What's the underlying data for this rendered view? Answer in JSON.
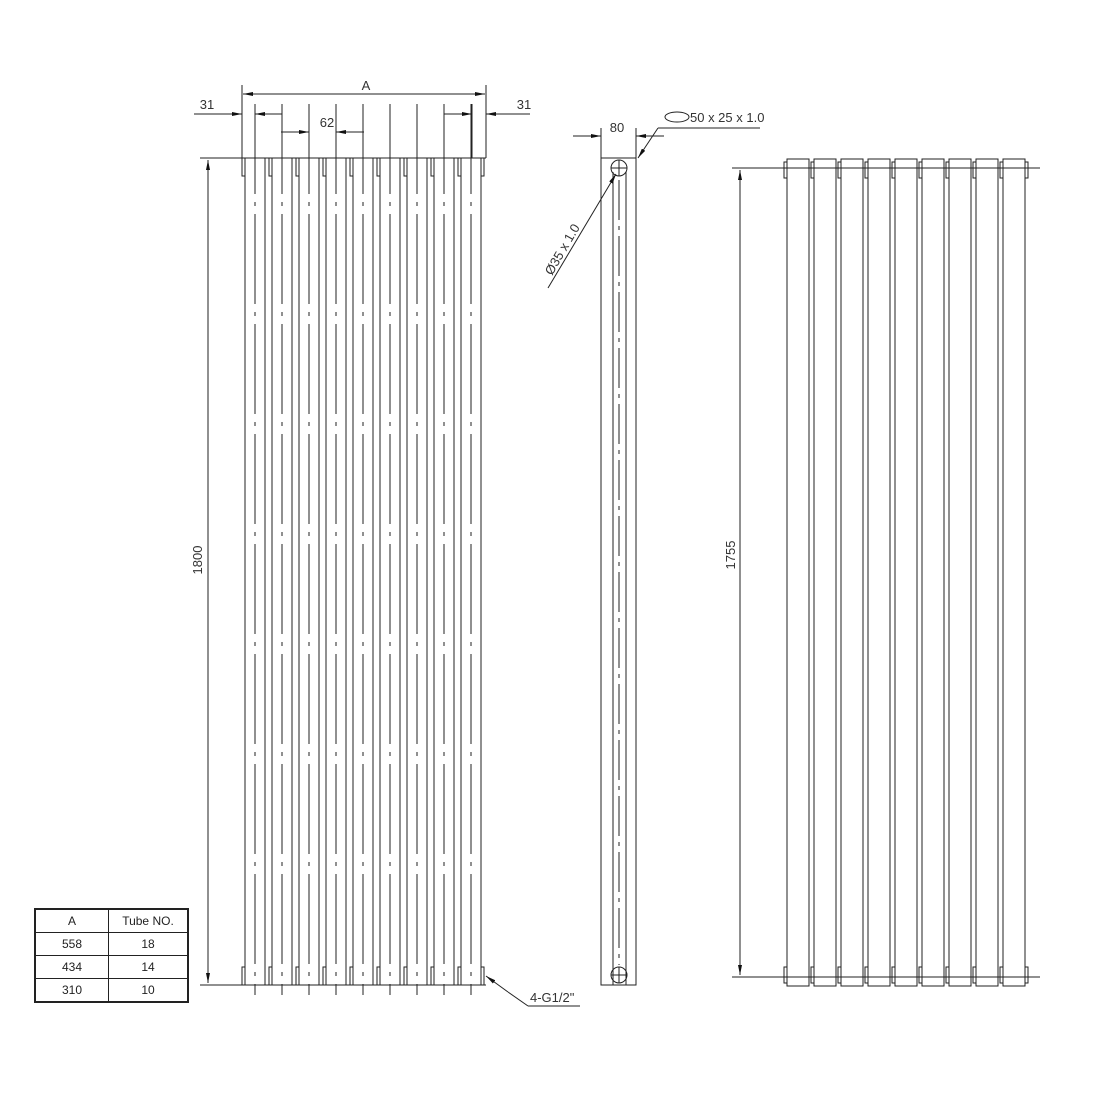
{
  "front_view": {
    "overall_width_label": "A",
    "left_offset_label": "31",
    "right_offset_label": "31",
    "pitch_label": "62",
    "height_label": "1800",
    "connection_label": "4-G1/2\"",
    "tube_count": 9
  },
  "side_view": {
    "depth_label": "80",
    "header_label": "50 x 25 x 1.0",
    "tube_label": "Ø35 x 1.0"
  },
  "rear_view": {
    "height_label": "1755",
    "tube_count": 9
  },
  "table": {
    "headers": [
      "A",
      "Tube NO."
    ],
    "rows": [
      [
        "558",
        "18"
      ],
      [
        "434",
        "14"
      ],
      [
        "310",
        "10"
      ]
    ]
  },
  "colors": {
    "line": "#222222",
    "text": "#333333",
    "background": "#ffffff"
  }
}
